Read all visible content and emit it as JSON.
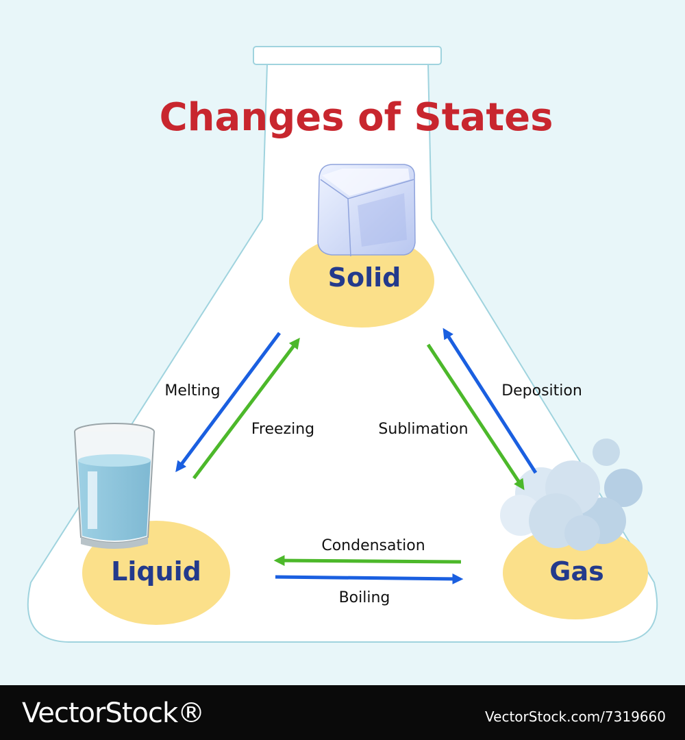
{
  "diagram": {
    "title": "Changes of States",
    "states": {
      "solid": "Solid",
      "liquid": "Liquid",
      "gas": "Gas"
    },
    "processes": {
      "melting": "Melting",
      "freezing": "Freezing",
      "sublimation": "Sublimation",
      "deposition": "Deposition",
      "condensation": "Condensation",
      "boiling": "Boiling"
    }
  },
  "colors": {
    "background": "#e8f6f9",
    "flask_fill": "#ffffff",
    "flask_outline": "#9fd3de",
    "title": "#c8262e",
    "state_circle": "#fbe08a",
    "state_text": "#233a8c",
    "arrow_blue": "#1a5fe0",
    "arrow_green": "#4cb82a"
  },
  "footer": {
    "brand": "VectorStock®",
    "url": "VectorStock.com/7319660"
  }
}
